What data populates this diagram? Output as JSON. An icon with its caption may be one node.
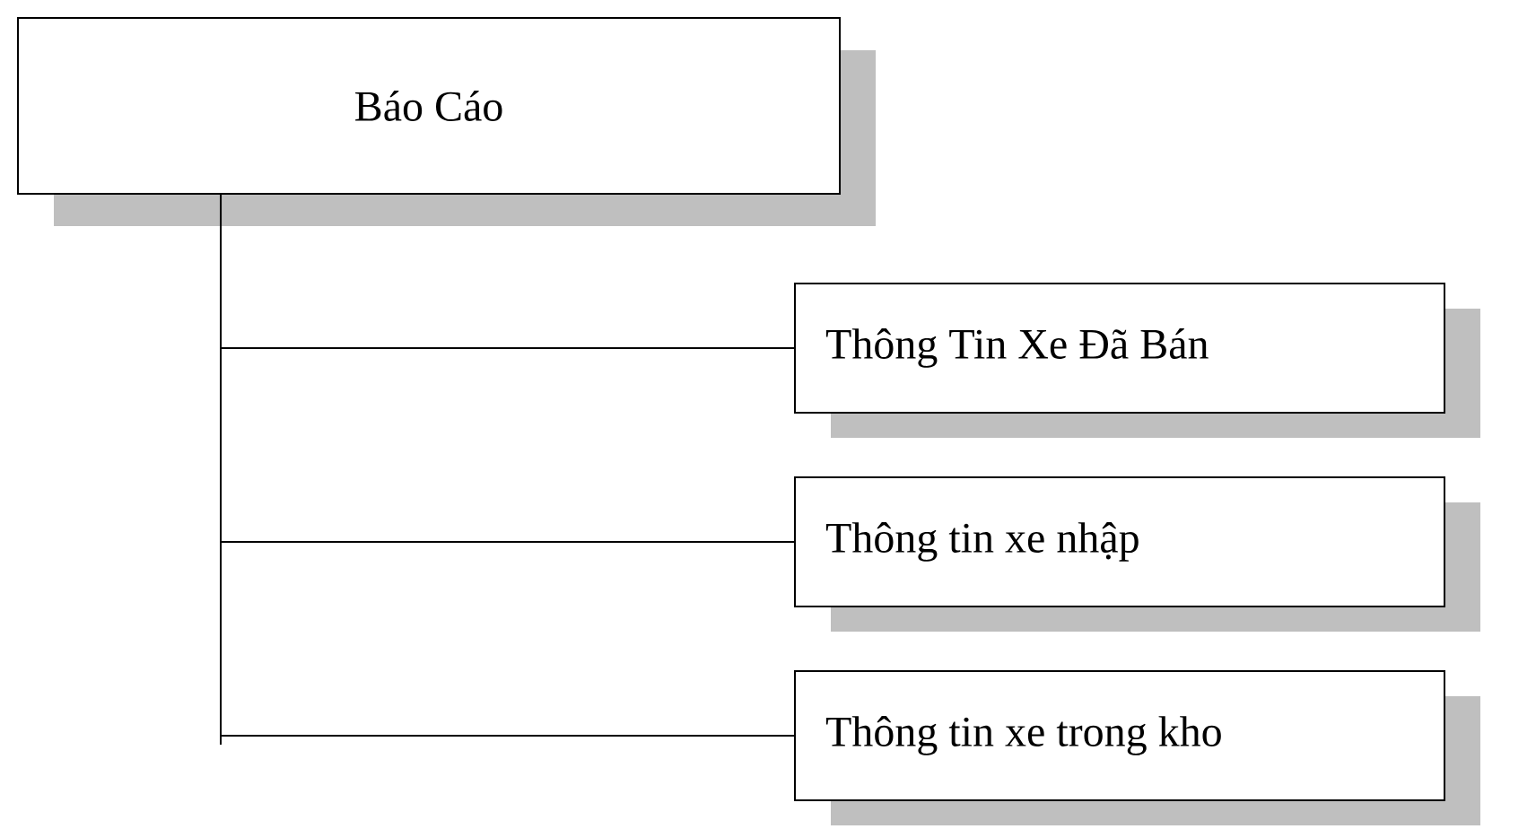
{
  "diagram": {
    "nodes": [
      {
        "text": [
          "Báo Cáo"
        ]
      },
      {
        "text": [
          "Thông Tin Xe Đã Bán"
        ]
      },
      {
        "text": [
          "Thông tin xe nhập"
        ]
      },
      {
        "text": [
          "Thông tin xe trong kho"
        ]
      }
    ],
    "edges": [
      {
        "from": 0,
        "to": 1,
        "arrow": "none"
      },
      {
        "from": 0,
        "to": 2,
        "arrow": "none"
      },
      {
        "from": 0,
        "to": 3,
        "arrow": "none"
      }
    ]
  }
}
